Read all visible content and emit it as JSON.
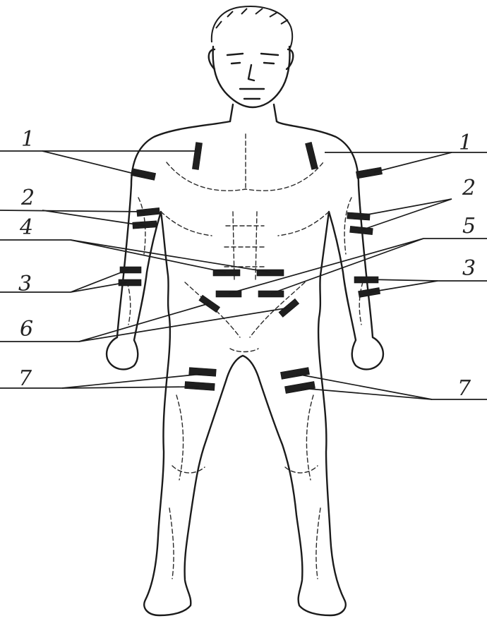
{
  "labels": {
    "l1_left": "1",
    "l1_right": "1",
    "l2_left": "2",
    "l2_right": "2",
    "l3_left": "3",
    "l3_right": "3",
    "l4_left": "4",
    "l5_right": "5",
    "l6_left": "6",
    "l7_left": "7",
    "l7_right": "7"
  },
  "colors": {
    "ink": "#1b1b1b",
    "paper": "#ffffff"
  }
}
